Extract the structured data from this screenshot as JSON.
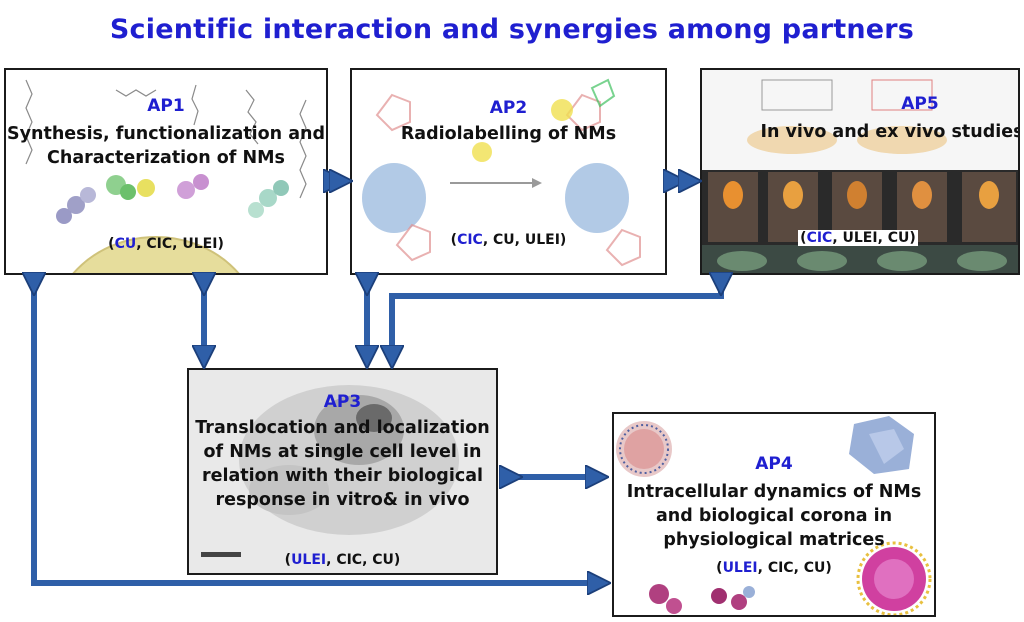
{
  "title": "Scientific interaction and synergies among partners",
  "colors": {
    "title": "#1f1fd0",
    "arrow": "#2f5fa8",
    "arrow_edge": "#1c3f7a",
    "border": "#1b1b1b"
  },
  "boxes": {
    "ap1": {
      "id": "AP1",
      "desc": [
        "Synthesis, functionalization and",
        "Characterization of NMs"
      ],
      "lead": "CU",
      "rest": ", CIC, ULEI"
    },
    "ap2": {
      "id": "AP2",
      "desc": [
        "Radiolabelling of NMs"
      ],
      "lead": "CIC",
      "rest": ", CU, ULEI"
    },
    "ap5": {
      "id": "AP5",
      "desc": [
        "In vivo and ex vivo studies"
      ],
      "lead": "CIC",
      "rest": ", ULEI, CU"
    },
    "ap3": {
      "id": "AP3",
      "desc": [
        "Translocation and localization",
        "of NMs at single cell level in",
        "relation with their  biological",
        "response in vitro& in vivo"
      ],
      "lead": "ULEI",
      "rest": ", CIC, CU"
    },
    "ap4": {
      "id": "AP4",
      "desc": [
        "Intracellular dynamics of NMs",
        "and biological corona in",
        "physiological matrices"
      ],
      "lead": "ULEI",
      "rest": ", CIC, CU"
    }
  }
}
